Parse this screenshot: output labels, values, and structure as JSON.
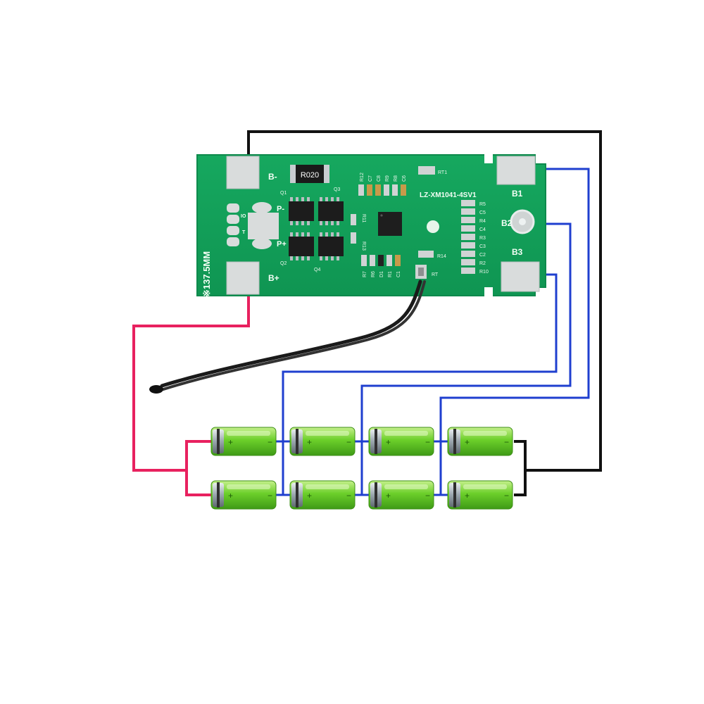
{
  "board": {
    "model": "LZ-XM1041-4SV1",
    "resistor_marking": "R020",
    "width_label": "※137.5MM",
    "pads": {
      "b_minus": "B-",
      "b_plus": "B+",
      "p_minus": "P-",
      "p_plus": "P+",
      "io": "IO",
      "t": "T",
      "b1": "B1",
      "b2": "B2",
      "b3": "B3"
    },
    "component_labels": {
      "q1": "Q1",
      "q2": "Q2",
      "q3": "Q3",
      "q4": "Q4",
      "rt1": "RT1",
      "rt": "RT",
      "r14": "R14",
      "r13": "R13",
      "r11": "R11",
      "top_row": [
        "R12",
        "C7",
        "C8",
        "R9",
        "R8",
        "C6"
      ],
      "bottom_row": [
        "R7",
        "R6",
        "D1",
        "R1",
        "C1"
      ],
      "side_column": [
        "R5",
        "C5",
        "R4",
        "C4",
        "R3",
        "C3",
        "C2",
        "R2",
        "R10"
      ]
    }
  },
  "colors": {
    "pcb": "#12a05a",
    "pcb_edge": "#0d8a4c",
    "pad": "#d9dcdc",
    "wire_black": "#111111",
    "wire_red": "#e8215f",
    "wire_blue": "#1f3fcf",
    "thermistor_lead": "#1a1a1a",
    "cell_body": "#6ccf2a",
    "cell_cap": "#9aa6ad"
  },
  "cells": {
    "rows": 2,
    "columns": 4,
    "positive_symbol": "+",
    "negative_symbol": "−"
  }
}
